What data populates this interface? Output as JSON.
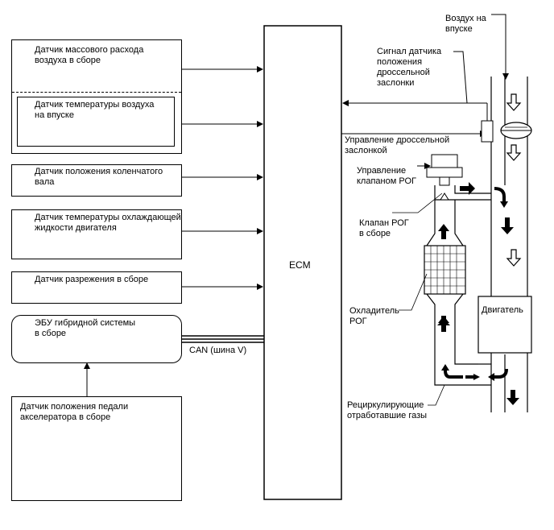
{
  "sensors": {
    "maf": "Датчик массового расхода\nвоздуха в сборе",
    "iat": "Датчик температуры воздуха\nна впуске",
    "ckp": "Датчик положения коленчатого\nвала",
    "ect": "Датчик температуры охлаждающей\nжидкости двигателя",
    "map": "Датчик разрежения в сборе",
    "hv_ecu": "ЭБУ гибридной системы\nв сборе",
    "app": "Датчик положения педали\nакселератора в сборе"
  },
  "ecm": "ECM",
  "can": "CAN (шина V)",
  "right": {
    "intake_air": "Воздух на\nвпуске",
    "tps_signal": "Сигнал датчика\nположения\nдроссельной\nзаслонки",
    "throttle_ctrl": "Управление дроссельной\nзаслонкой",
    "egr_valve_ctrl": "Управление\nклапаном РОГ",
    "egr_valve": "Клапан РОГ\nв сборе",
    "egr_cooler": "Охладитель\nРОГ",
    "engine": "Двигатель",
    "egr_gas": "Рециркулирующие\nотработавшие газы"
  }
}
